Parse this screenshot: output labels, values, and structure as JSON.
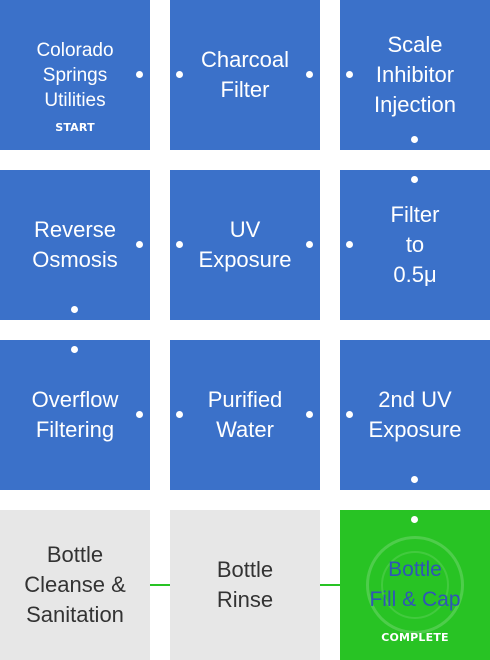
{
  "steps": [
    {
      "label": "Colorado\nSprings\nUtilities",
      "tag": "START"
    },
    {
      "label": "Charcoal\nFilter"
    },
    {
      "label": "Scale\nInhibitor\nInjection"
    },
    {
      "label": "Reverse\nOsmosis"
    },
    {
      "label": "UV\nExposure"
    },
    {
      "label": "Filter\nto\n0.5μ"
    },
    {
      "label": "Overflow\nFiltering"
    },
    {
      "label": "Purified\nWater"
    },
    {
      "label": "2nd UV\nExposure"
    },
    {
      "label": "Bottle\nCleanse &\nSanitation"
    },
    {
      "label": "Bottle\nRinse"
    },
    {
      "label": "Bottle\nFill & Cap",
      "tag": "COMPLETE"
    }
  ],
  "colors": {
    "process": "#3b71c9",
    "final": "#28c324",
    "bottle": "#e7e7e7"
  }
}
